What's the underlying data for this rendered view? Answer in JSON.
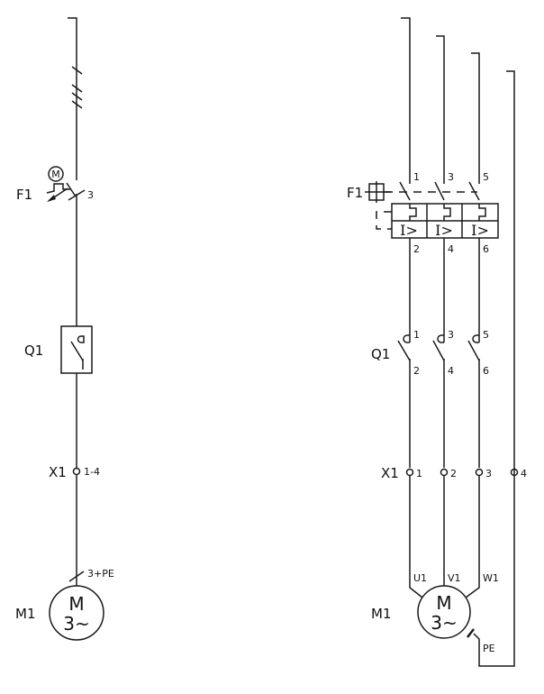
{
  "diagram": {
    "type": "motor-circuit",
    "single_line": {
      "F1": {
        "label": "F1",
        "terminal": "3",
        "actuator": "M"
      },
      "Q1": {
        "label": "Q1"
      },
      "X1": {
        "label": "X1",
        "terminal": "1-4"
      },
      "M1": {
        "label": "M1",
        "cable": "3+PE",
        "symbol_top": "M",
        "symbol_bottom": "3~"
      }
    },
    "multi_line": {
      "F1": {
        "label": "F1",
        "top_terminals": [
          "1",
          "3",
          "5"
        ],
        "bottom_terminals": [
          "2",
          "4",
          "6"
        ],
        "trip_symbol": "I>"
      },
      "Q1": {
        "label": "Q1",
        "top_terminals": [
          "1",
          "3",
          "5"
        ],
        "bottom_terminals": [
          "2",
          "4",
          "6"
        ]
      },
      "X1": {
        "label": "X1",
        "terminals": [
          "1",
          "2",
          "3",
          "4"
        ]
      },
      "M1": {
        "label": "M1",
        "windings": [
          "U1",
          "V1",
          "W1"
        ],
        "earth": "PE",
        "symbol_top": "M",
        "symbol_bottom": "3~"
      }
    }
  }
}
